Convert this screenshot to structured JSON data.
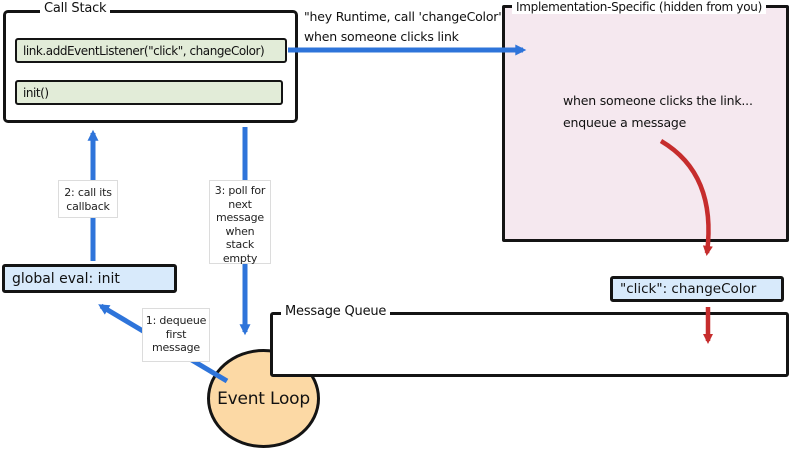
{
  "diagram": {
    "call_stack": {
      "title": "Call Stack",
      "frames": [
        "link.addEventListener(\"click\", changeColor)",
        "init()"
      ]
    },
    "runtime_note": {
      "line1": "\"hey Runtime, call 'changeColor'",
      "line2": "when someone clicks link"
    },
    "implementation_box": {
      "title": "Implementation-Specific (hidden from you)",
      "line1": "when someone clicks the link...",
      "line2": "enqueue a message"
    },
    "click_message": "\"click\": changeColor",
    "message_queue": {
      "title": "Message Queue"
    },
    "global_eval": "global eval: init",
    "event_loop": "Event Loop",
    "labels": {
      "step1": [
        "1: dequeue",
        "first",
        "message"
      ],
      "step2": [
        "2: call its",
        "callback"
      ],
      "step3": [
        "3: poll for",
        "next",
        "message",
        "when",
        "stack",
        "empty"
      ]
    },
    "colors": {
      "arrow_blue": "#2e74da",
      "arrow_red": "#c62d2d",
      "frame_green": "#e2ecd8",
      "box_blue": "#d8eafb",
      "impl_pink": "#f5e8ef",
      "loop_peach": "#fcd9a5",
      "border_black": "#141414"
    }
  }
}
